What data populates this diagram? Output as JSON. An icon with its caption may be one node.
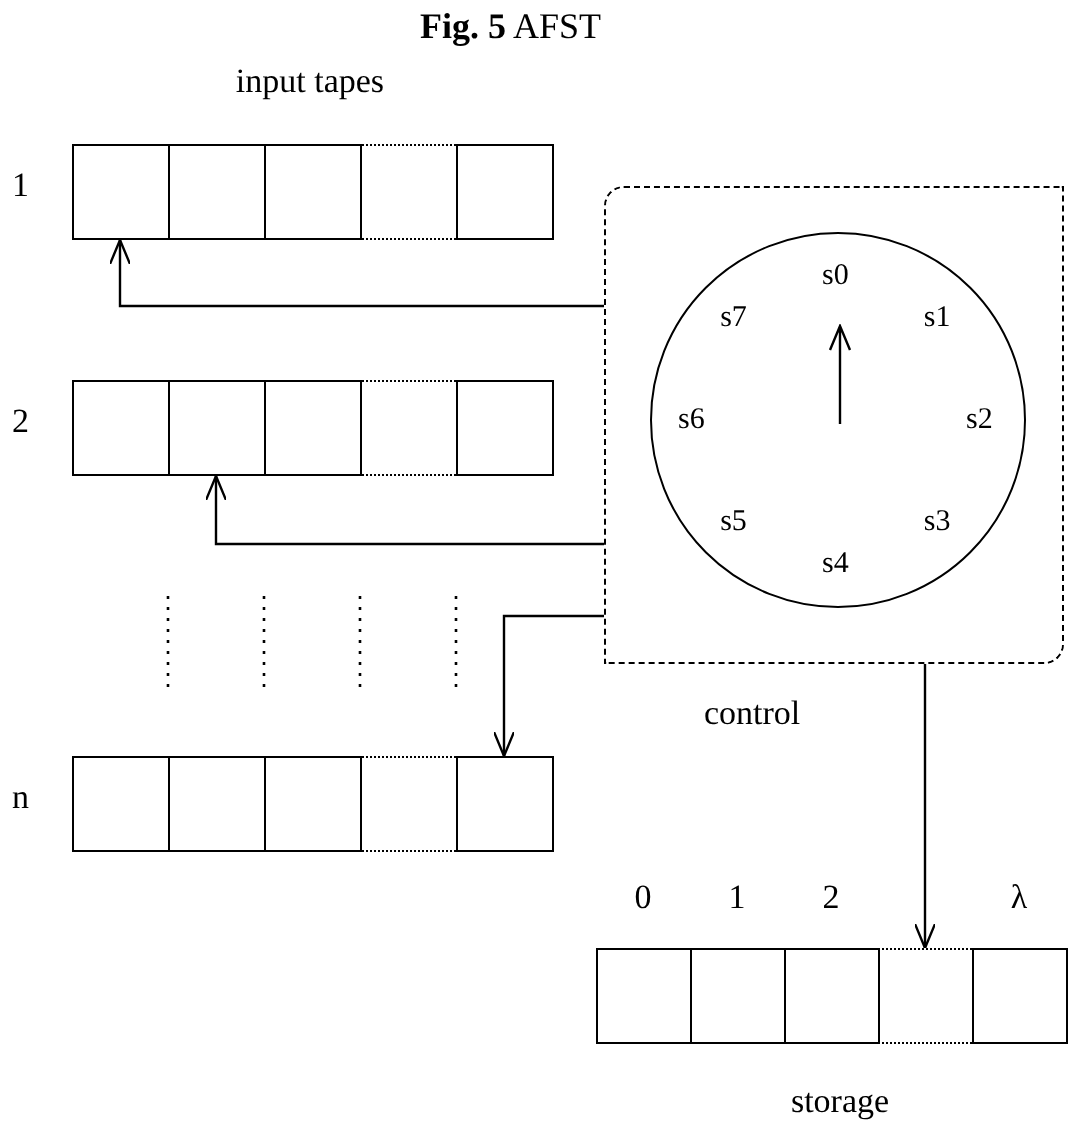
{
  "diagram": {
    "title": "**Fig. 5** AFST",
    "nodes": [
      {
        "text": [],
        "shape": "box",
        "beside": [
          "control"
        ]
      },
      {
        "text": [
          "s0",
          "s1",
          "s2",
          "s3",
          "s4",
          "s5",
          "s6",
          "s7"
        ],
        "in": 0
      },
      {
        "text": [],
        "shape": "box"
      },
      {
        "text": [],
        "shape": "box"
      },
      {
        "text": [],
        "shape": "box"
      },
      {
        "text": [],
        "shape": "box"
      },
      {
        "text": [],
        "shape": "box"
      },
      {
        "text": [],
        "shape": "box"
      },
      {
        "text": [],
        "shape": "box"
      },
      {
        "text": [],
        "shape": "box"
      },
      {
        "text": [],
        "shape": "box"
      },
      {
        "text": [],
        "shape": "box"
      },
      {
        "text": [],
        "shape": "box"
      },
      {
        "text": [],
        "shape": "box"
      },
      {
        "text": [],
        "shape": "box"
      },
      {
        "text": [],
        "shape": "box"
      },
      {
        "text": [],
        "shape": "box"
      },
      {
        "text": [],
        "shape": "box",
        "beside": [
          "0"
        ]
      },
      {
        "text": [],
        "shape": "box",
        "beside": [
          "1"
        ]
      },
      {
        "text": [],
        "shape": "box",
        "beside": [
          "2"
        ]
      },
      {
        "text": [],
        "shape": "box"
      },
      {
        "text": [],
        "shape": "box",
        "beside": [
          "λ"
        ]
      }
    ],
    "edges": [
      {
        "from": 0,
        "to": 2,
        "arrow": "to"
      },
      {
        "from": 0,
        "to": 8,
        "arrow": "to"
      },
      {
        "from": 0,
        "to": 16,
        "arrow": "to"
      },
      {
        "from": 0,
        "to": 20,
        "arrow": "to"
      }
    ],
    "labels": [
      "input tapes",
      "1",
      "2",
      "n",
      "storage"
    ]
  }
}
